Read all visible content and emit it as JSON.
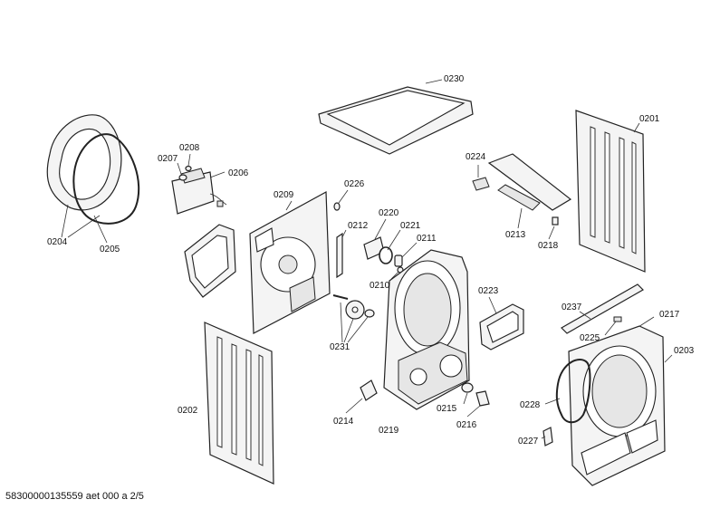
{
  "footer_text": "58300000135559 aet 000 a 2/5",
  "labels": {
    "p0230": "0230",
    "p0201": "0201",
    "p0208": "0208",
    "p0207": "0207",
    "p0206": "0206",
    "p0209": "0209",
    "p0226": "0226",
    "p0224": "0224",
    "p0220": "0220",
    "p0221": "0221",
    "p0211": "0211",
    "p0212": "0212",
    "p0213": "0213",
    "p0218": "0218",
    "p0204": "0204",
    "p0205": "0205",
    "p0210": "0210",
    "p0223": "0223",
    "p0237": "0237",
    "p0217": "0217",
    "p0225": "0225",
    "p0231": "0231",
    "p0203": "0203",
    "p0202": "0202",
    "p0214": "0214",
    "p0219": "0219",
    "p0215": "0215",
    "p0216": "0216",
    "p0228": "0228",
    "p0227": "0227"
  }
}
